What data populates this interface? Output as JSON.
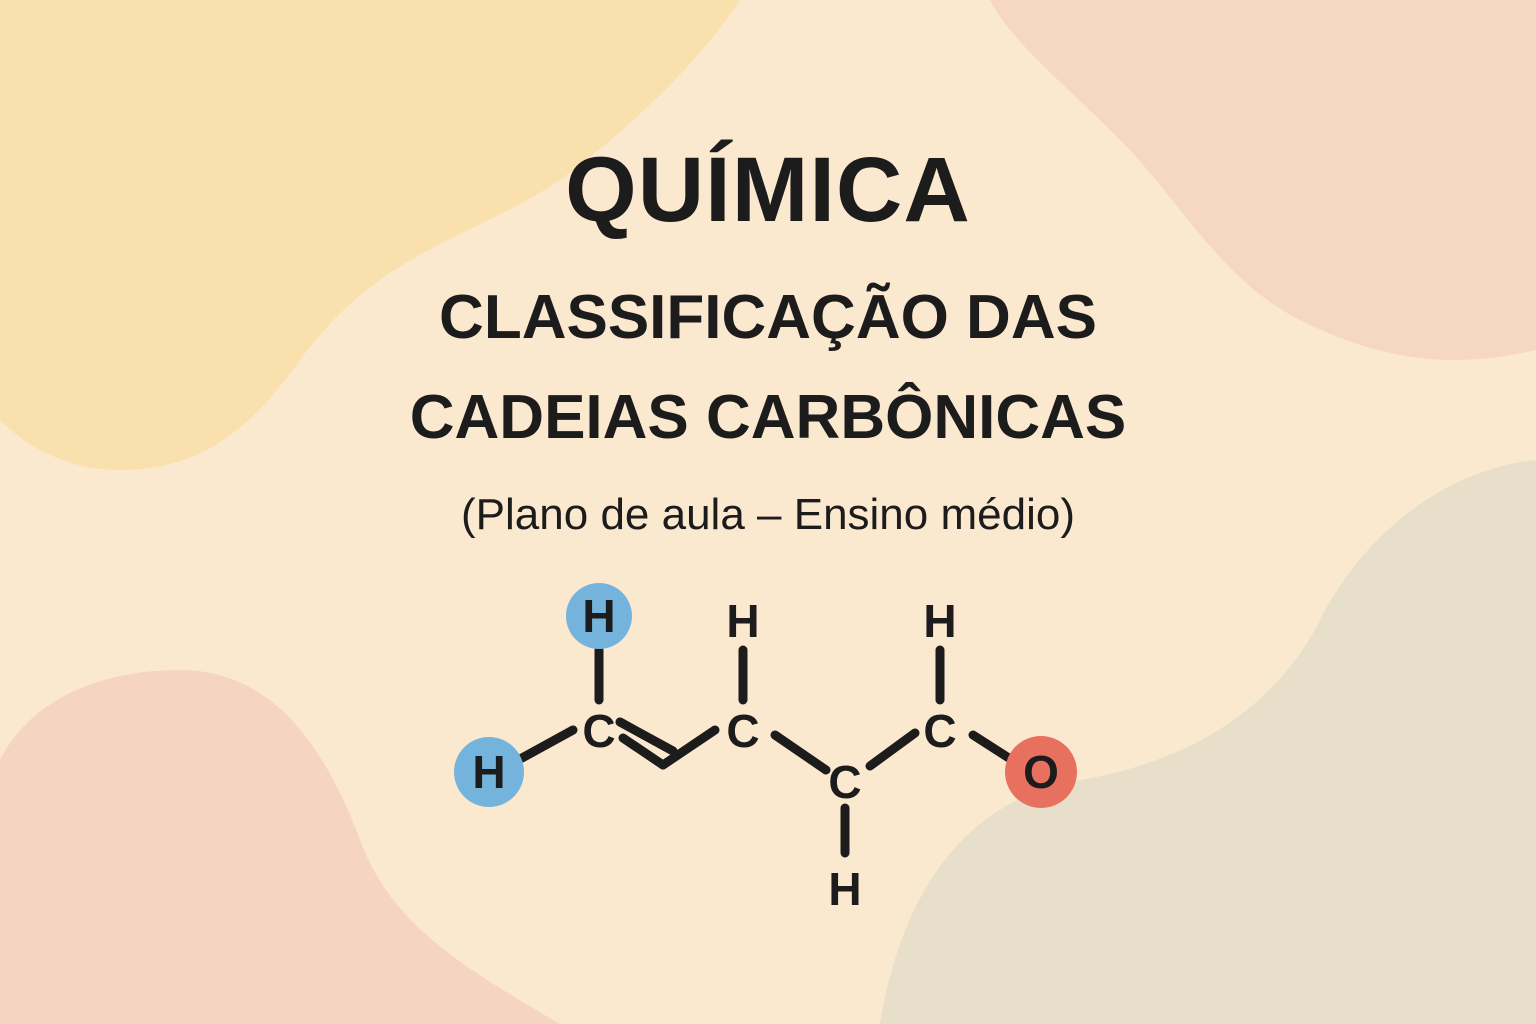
{
  "poster": {
    "title": "QUÍMICA",
    "subtitle_line1": "CLASSIFICAÇÃO DAS",
    "subtitle_line2": "CADEIAS CARBÔNICAS",
    "caption": "(Plano de aula – Ensino médio)"
  },
  "colors": {
    "background": "#fbe9cf",
    "blob_yellow": "#f8dca0",
    "blob_peach": "#f5d3bc",
    "blob_pink": "#f4cfbd",
    "blob_sage": "#e3ddc9",
    "hydrogen_highlight": "#74b3dc",
    "oxygen_highlight": "#e8705f",
    "ink": "#1c1c1c"
  },
  "molecule": {
    "atoms": [
      {
        "id": "H1",
        "label": "H",
        "highlight": "blue"
      },
      {
        "id": "H2",
        "label": "H",
        "highlight": "blue"
      },
      {
        "id": "C1",
        "label": "C"
      },
      {
        "id": "C2",
        "label": "C"
      },
      {
        "id": "H3",
        "label": "H"
      },
      {
        "id": "C3",
        "label": "C"
      },
      {
        "id": "H4",
        "label": "H"
      },
      {
        "id": "C4",
        "label": "C"
      },
      {
        "id": "H5",
        "label": "H"
      },
      {
        "id": "O1",
        "label": "O",
        "highlight": "red"
      }
    ]
  }
}
